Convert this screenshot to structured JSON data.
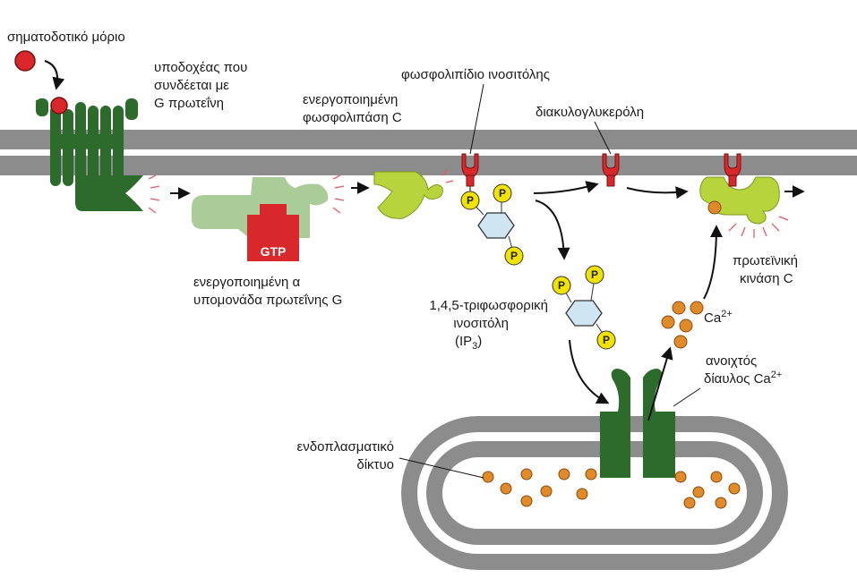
{
  "labels": {
    "signal_molecule": "σηματοδοτικό μόριο",
    "receptor_line1": "υποδοχέας που",
    "receptor_line2": "συνδέεται με",
    "receptor_line3": "G πρωτεΐνη",
    "plc_line1": "ενεργοποιημένη",
    "plc_line2": "φωσφολιπάση C",
    "phospholipid": "φωσφολιπίδιο ινοσιτόλης",
    "dag": "διακυλογλυκερόλη",
    "galpha_line1": "ενεργοποιημένη α",
    "galpha_line2": "υπομονάδα πρωτεΐνης G",
    "ip3_line1": "1,4,5-τριφωσφορική",
    "ip3_line2": "ινοσιτόλη",
    "ip3_line3_prefix": "(IP",
    "ip3_line3_sub": "3",
    "ip3_line3_suffix": ")",
    "pkc_line1": "πρωτεϊνική",
    "pkc_line2": "κινάση C",
    "ca_base": "Ca",
    "ca_charge": "2+",
    "channel_line1": "ανοιχτός",
    "channel_line2_base": "δίαυλος Ca",
    "channel_line2_charge": "2+",
    "er_line1": "ενδοπλασματικό",
    "er_line2": "δίκτυο"
  },
  "gtp_label": "GTP",
  "phosphate_label": "P",
  "colors": {
    "membrane": "#8c8c8c",
    "receptor": "#2d6b2d",
    "galpha": "#a9cc98",
    "plc": "#b8d43c",
    "gtp": "#d8282c",
    "signal": "#d8282c",
    "phosphate": "#f2e200",
    "inositol": "#cfe6f2",
    "calcium": "#e08a2a",
    "channel": "#2d6b2d",
    "er": "#8c8c8c"
  }
}
